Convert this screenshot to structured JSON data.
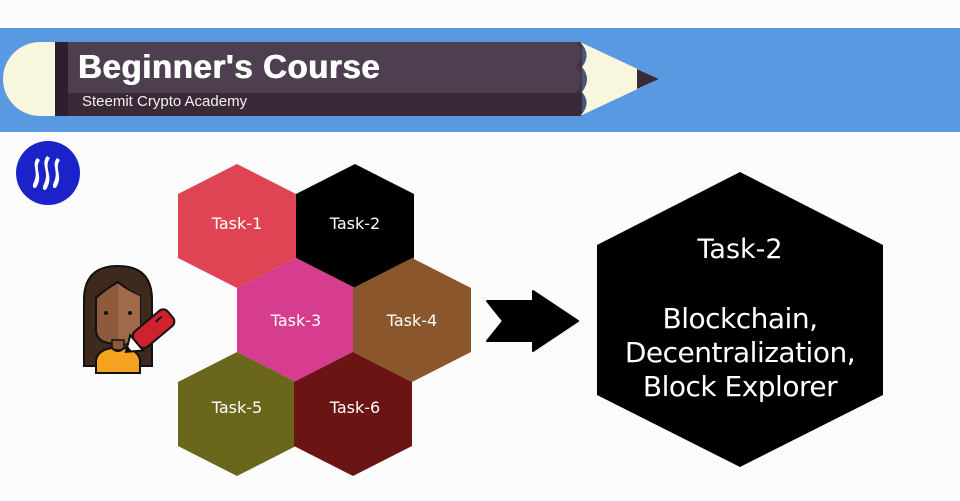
{
  "header": {
    "title": "Beginner's Course",
    "subtitle": "Steemit Crypto Academy"
  },
  "logo": {
    "icon": "steem-logo-icon",
    "color": "#1a22c8"
  },
  "avatar": {
    "icon": "student-with-pencil-icon"
  },
  "tasks": [
    {
      "label": "Task-1",
      "color": "#df4455"
    },
    {
      "label": "Task-2",
      "color": "#000000"
    },
    {
      "label": "Task-3",
      "color": "#d63d8e"
    },
    {
      "label": "Task-4",
      "color": "#8b562b"
    },
    {
      "label": "Task-5",
      "color": "#6a661c"
    },
    {
      "label": "Task-6",
      "color": "#6a1414"
    }
  ],
  "highlight": {
    "title": "Task-2",
    "topics": [
      "Blockchain,",
      "Decentralization,",
      "Block Explorer"
    ],
    "color": "#000000"
  },
  "colors": {
    "banner": "#5899e2",
    "pencil_body": "#4e3f50",
    "pencil_stripe": "#3a2a38",
    "pencil_wood": "#f8f6dc"
  }
}
